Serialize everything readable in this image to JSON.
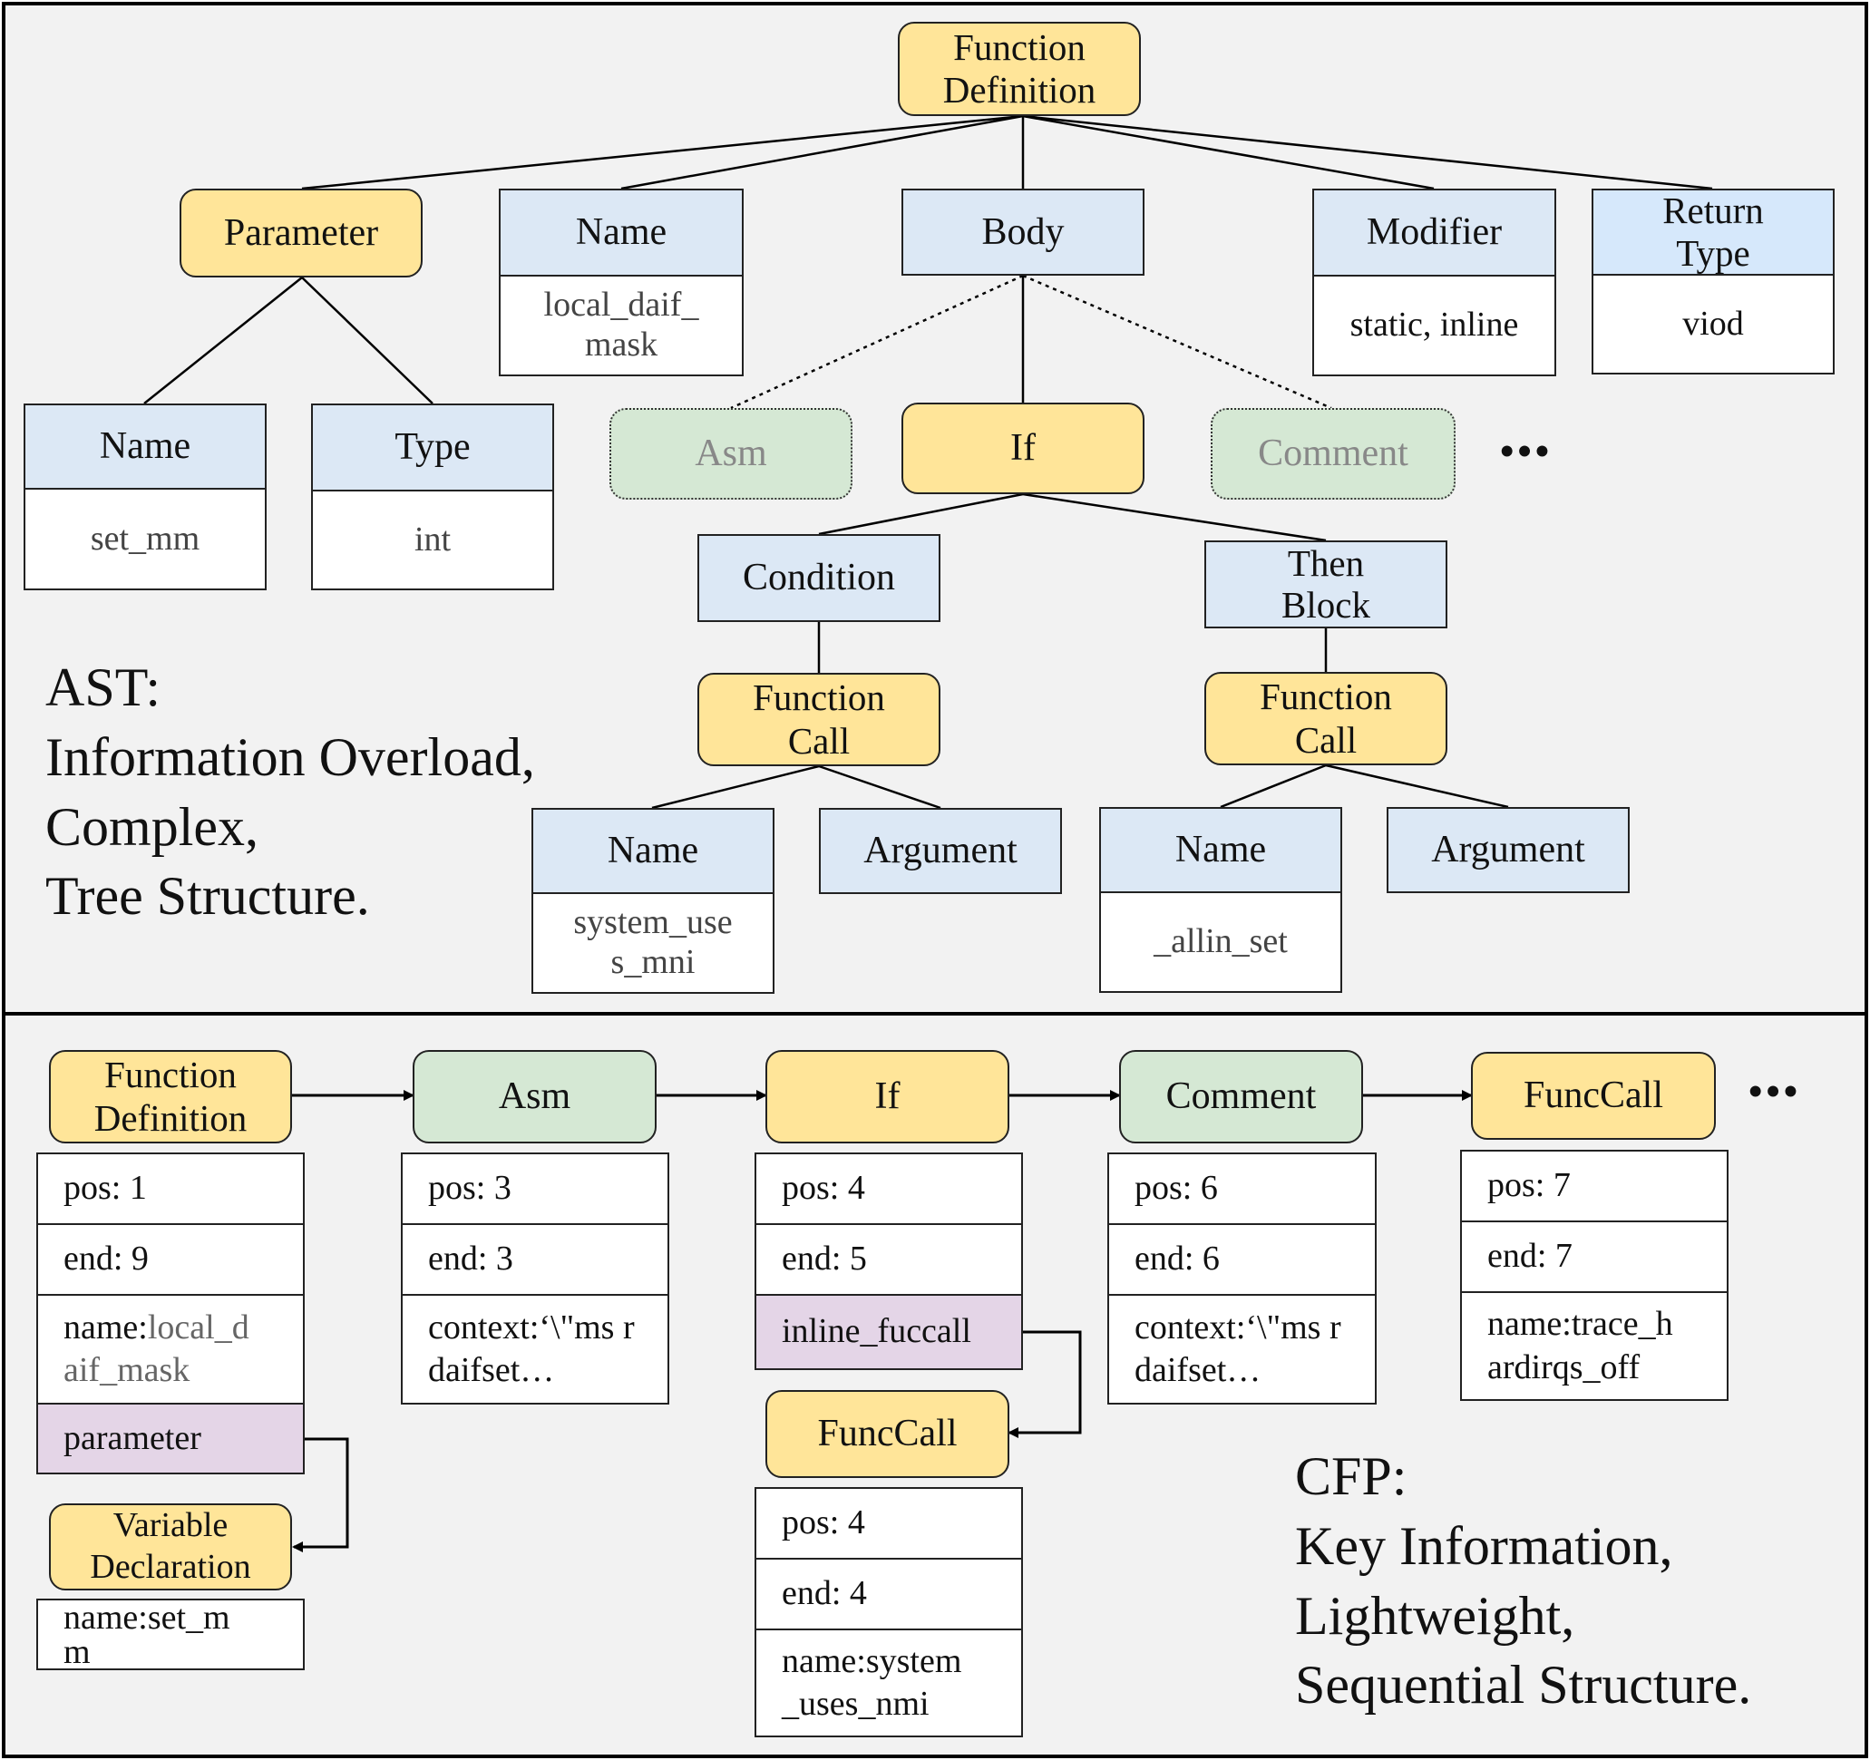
{
  "ast": {
    "root": "Function Definition",
    "parameter": "Parameter",
    "param_name_hdr": "Name",
    "param_name_val": "set_mm",
    "param_type_hdr": "Type",
    "param_type_val": "int",
    "name_hdr": "Name",
    "name_val": "local_daif_ mask",
    "body": "Body",
    "modifier_hdr": "Modifier",
    "modifier_val": "static, inline",
    "return_hdr": "Return Type",
    "return_val": "viod",
    "asm": "Asm",
    "if": "If",
    "comment": "Comment",
    "ellipsis": "•••",
    "condition": "Condition",
    "then_block": "Then Block",
    "call1": "Function Call",
    "call2": "Function Call",
    "call1_name_hdr": "Name",
    "call1_name_val": "system_use s_mni",
    "call1_arg": "Argument",
    "call2_name_hdr": "Name",
    "call2_name_val": "_allin_set",
    "call2_arg": "Argument",
    "caption": "AST:\nInformation Overload,\nComplex,\nTree Structure."
  },
  "cfp": {
    "fd": {
      "title": "Function Definition",
      "pos": "pos: 1",
      "end": "end: 9",
      "name_key": "name:",
      "name_val": "local_d aif_mask",
      "param": "parameter"
    },
    "vd": {
      "title": "Variable Declaration",
      "name": "name:set_m m"
    },
    "asm": {
      "title": "Asm",
      "pos": "pos: 3",
      "end": "end: 3",
      "ctx": "context:‘\\\"ms r daifset…"
    },
    "if": {
      "title": "If",
      "pos": "pos: 4",
      "end": "end: 5",
      "inline": "inline_fuccall"
    },
    "fc_inner": {
      "title": "FuncCall",
      "pos": "pos: 4",
      "end": "end: 4",
      "name": "name:system _uses_nmi"
    },
    "comment": {
      "title": "Comment",
      "pos": "pos: 6",
      "end": "end: 6",
      "ctx": "context:‘\\\"ms r daifset…"
    },
    "fc": {
      "title": "FuncCall",
      "pos": "pos: 7",
      "end": "end: 7",
      "name": "name:trace_h ardirqs_off"
    },
    "ellipsis": "•••",
    "caption": "CFP:\nKey Information,\nLightweight,\nSequential Structure."
  },
  "colors": {
    "yellow": "#ffe599",
    "blue": "#dce8f5",
    "green": "#d5e8d4",
    "purple": "#e4d5e7",
    "panel": "#f2f2f2"
  }
}
